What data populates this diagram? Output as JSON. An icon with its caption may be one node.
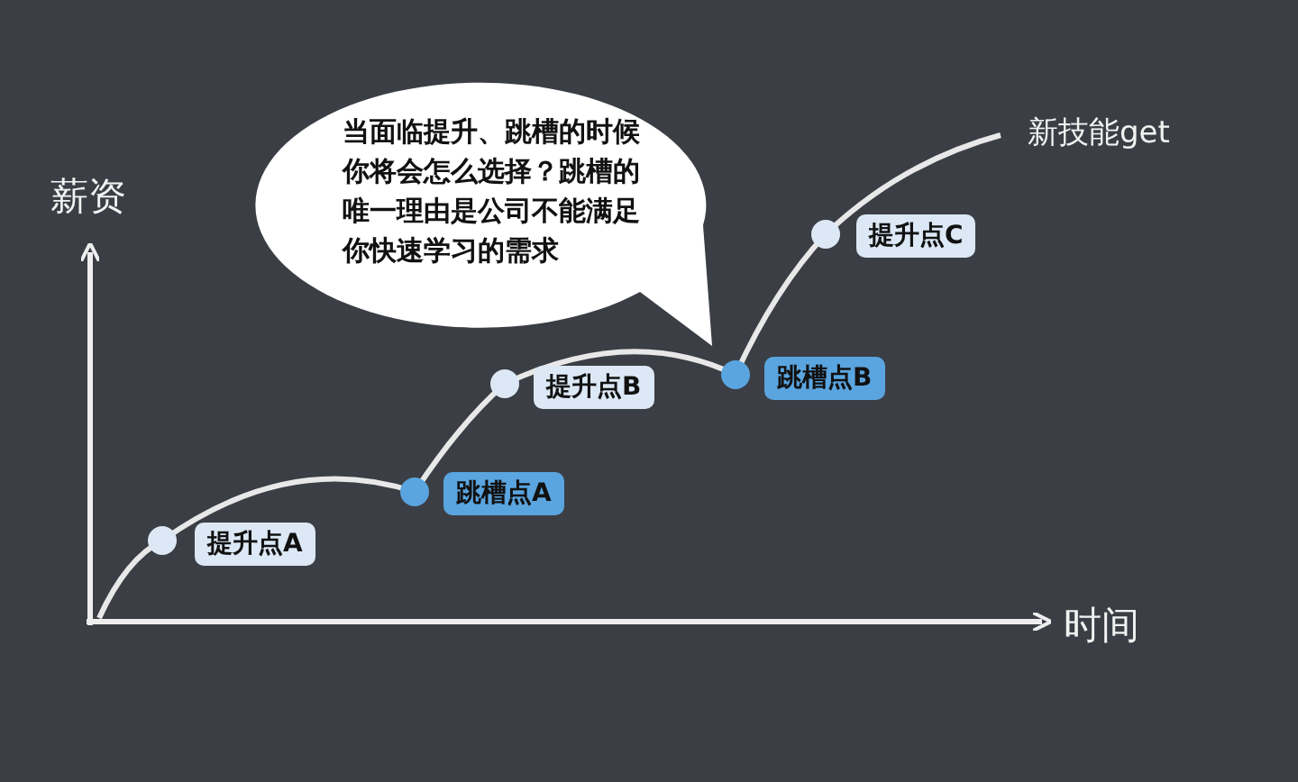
{
  "diagram": {
    "nodes": [
      {
        "text": [
          "当面临提升、跳槽的时候你将会怎么选择？跳槽的唯一理由是公司不能满足你快速学习的需求"
        ]
      },
      {
        "text": [
          "提升点A"
        ]
      },
      {
        "text": [
          "跳槽点A"
        ]
      },
      {
        "text": [
          "提升点B"
        ]
      },
      {
        "text": [
          "跳槽点B"
        ]
      },
      {
        "text": [
          "提升点C"
        ]
      }
    ],
    "labels": [
      "新技能get",
      "薪资",
      "时间"
    ]
  }
}
